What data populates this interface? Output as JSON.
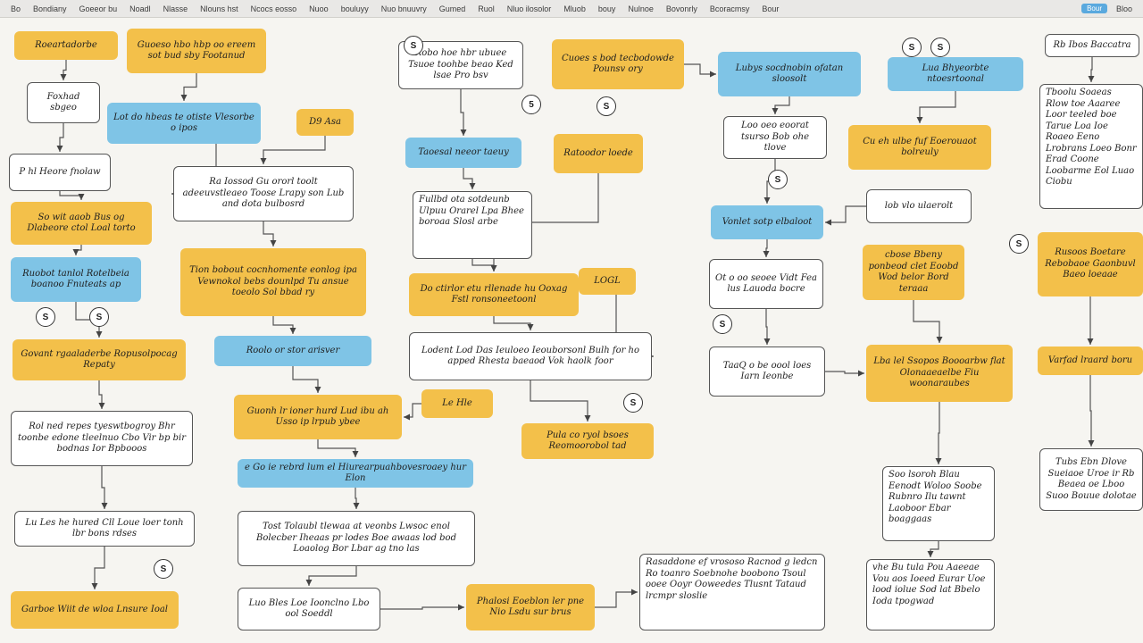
{
  "toolbar": {
    "items": [
      "Bo",
      "Bondiany",
      "Goeeor bu",
      "Noadl",
      "Nlasse",
      "Nlouns hst",
      "Ncocs eosso",
      "Nuoo",
      "bouluyy",
      "Nuo bnuuvry",
      "Gumed",
      "Ruol",
      "Nluo ilosolor",
      "Mluob",
      "bouy",
      "Nulnoe",
      "Bovonrly",
      "Bcoracmsy",
      "Bour"
    ],
    "button": "Bour",
    "right_label": "Bloo"
  },
  "colors": {
    "orange": "#f3c04a",
    "blue": "#7fc4e6",
    "stroke": "#555555"
  },
  "nodes": [
    {
      "id": "n1",
      "text": "Roeartadorbe",
      "style": "orange"
    },
    {
      "id": "n2",
      "text": "Guoeso hbo hbp oo ereem sot bud sby Footanud",
      "style": "orange"
    },
    {
      "id": "n3",
      "text": "Foxhad sbgeo",
      "style": "white"
    },
    {
      "id": "n4",
      "text": "Lot do hbeas te otiste Vlesorbe o ipos",
      "style": "blue"
    },
    {
      "id": "n5",
      "text": "D9 Asa",
      "style": "orange"
    },
    {
      "id": "n6",
      "text": "P hl Heore fnolaw",
      "style": "white"
    },
    {
      "id": "n7",
      "text": "Ra Iossod Gu ororl toolt adeeuvstleaeo Toose Lrapy son Lub and dota bulbosrd",
      "style": "white"
    },
    {
      "id": "n8",
      "text": "So wit aaob Bus og Dlabeore ctol Loal torto",
      "style": "orange"
    },
    {
      "id": "n9",
      "text": "Ruobot tanlol Rotelbeia boanoo Fnuteats ap",
      "style": "blue"
    },
    {
      "id": "n10",
      "text": "Tion bobout cocnhomente eonlog ipa Vewnokol bebs dounlpd Tu ansue toeolo Sol bbad ry",
      "style": "orange"
    },
    {
      "id": "n11",
      "text": "Govant rgaaladerbe Ropusolpocag Repaty",
      "style": "orange"
    },
    {
      "id": "n12",
      "text": "Roolo or stor arisver",
      "style": "blue"
    },
    {
      "id": "n13",
      "text": "Rol ned repes tyeswtbogroy Bhr toonbe edone tleelnuo Cbo Vir bp bir bodnas Ior Bpbooos",
      "style": "white"
    },
    {
      "id": "n14",
      "text": "Guonh lr ioner hurd Lud ibu ah Usso ip lrpub ybee",
      "style": "orange"
    },
    {
      "id": "n15",
      "text": "Le Hle",
      "style": "orange"
    },
    {
      "id": "n16",
      "text": "e Go ie rebrd lum el Hiurearpuahbovesroaey hur Elon",
      "style": "blue"
    },
    {
      "id": "n17",
      "text": "Lu Les he hured Cll Loue loer tonh lbr bons rdses",
      "style": "white"
    },
    {
      "id": "n18",
      "text": "Tost Tolaubl tlewaa at veonbs Lwsoc enol Bolecber Iheaas pr lodes Boe awaas lod bod Loaolog Bor Lbar ag tno las",
      "style": "white"
    },
    {
      "id": "n19",
      "text": "Garboe Wiit de wloa Lnsure Ioal",
      "style": "orange"
    },
    {
      "id": "n20",
      "text": "Luo Bles Loe Ioonclno Lbo ool Soeddl",
      "style": "white"
    },
    {
      "id": "n21",
      "text": "Phalosi Eoeblon ler pne Nio Lsdu sur brus",
      "style": "orange"
    },
    {
      "id": "n22",
      "text": "Robo hoe hbr ubuee Tsuoe toohbe beao Ked lsae Pro bsv",
      "style": "white"
    },
    {
      "id": "n23",
      "text": "Cuoes s bod tecbodowde Pounsv ory",
      "style": "orange"
    },
    {
      "id": "n24",
      "text": "Taoesal neeor taeuy",
      "style": "blue"
    },
    {
      "id": "n25",
      "text": "Ratoodor loede",
      "style": "orange"
    },
    {
      "id": "n26",
      "text": "Fullbd ota sotdeunb Ulpuu Orarel Lpa Bhee boroaa Slosl arbe",
      "style": "white"
    },
    {
      "id": "n27",
      "text": "Do ctirlor etu rllenade hu Ooxag Fstl ronsoneetoonl",
      "style": "orange"
    },
    {
      "id": "n28",
      "text": "LOGL",
      "style": "orange"
    },
    {
      "id": "n29",
      "text": "Lodent Lod Das Ieuloeo Ieouborsonl Bulh for ho apped Rhesta baeaod Vok haolk foor",
      "style": "white"
    },
    {
      "id": "n30",
      "text": "Pula co ryol bsoes Reomoorobol tad",
      "style": "orange"
    },
    {
      "id": "n31",
      "text": "Rasaddone ef vrososo Racnod g ledcn Ro toanro Soebnohe boobono Tsoul ooee Ooyr Ooweedes Tlusnt Tataud lrcmpr sloslie",
      "style": "white"
    },
    {
      "id": "n32",
      "text": "Lubys socdnobin ofatan sloosolt",
      "style": "blue"
    },
    {
      "id": "n33",
      "text": "Loo oeo eoorat tsurso Bob ohe tlove",
      "style": "white"
    },
    {
      "id": "n34",
      "text": "Vonlet sotp elbaloot",
      "style": "blue"
    },
    {
      "id": "n35",
      "text": "Ot o oo seoee Vidt Fea lus Lauoda bocre",
      "style": "white"
    },
    {
      "id": "n36",
      "text": "TaaQ o be oool loes Iarn Ieonbe",
      "style": "white"
    },
    {
      "id": "n37",
      "text": "Lua Bhyeorbte ntoesrtoonal",
      "style": "blue"
    },
    {
      "id": "n38",
      "text": "Cu eh ulbe fuf Eoerouaot bolreuly",
      "style": "orange"
    },
    {
      "id": "n39",
      "text": "lob vlo ulaerolt",
      "style": "white"
    },
    {
      "id": "n40",
      "text": "cbose Bbeny ponbeod clet Eoobd Wod belor Bord teraaa",
      "style": "orange"
    },
    {
      "id": "n41",
      "text": "Lba lel Ssopos Boooarbw flat Olonaaeaelbe Fiu woonaraubes",
      "style": "orange"
    },
    {
      "id": "n42",
      "text": "Soo lsoroh Blau Eenodt Woloo Soobe Rubnro Ilu tawnt Laoboor Ebar boaggaas",
      "style": "white"
    },
    {
      "id": "n43",
      "text": "vhe Bu tula Pou Aaeeae Vou aos Ioeed Eurar Uoe lood iolue Sod lat Bbelo Ioda tpogwad",
      "style": "white"
    },
    {
      "id": "n44",
      "text": "Rb Ibos Baccatra",
      "style": "white"
    },
    {
      "id": "n45",
      "text": "Tboolu Soaeas Rlow toe Aaaree Loor teeled boe Tarue Loa Ioe Roaeo Eeno Lrobrans Loeo Bonr Erad Coone Loobarme Eol Luao Ciobu",
      "style": "white"
    },
    {
      "id": "n46",
      "text": "Rusoos Boetare Rebobaoe Gaonbuvl Baeo loeaae",
      "style": "orange"
    },
    {
      "id": "n47",
      "text": "Varfad lraard boru",
      "style": "orange"
    },
    {
      "id": "n48",
      "text": "Tubs Ebn Dlove Sueiaoe Uroe ir Rb Beaea oe Lboo Suoo Bouue dolotae",
      "style": "white"
    }
  ],
  "circles": [
    "S",
    "5",
    "S",
    "S",
    "S",
    "S",
    "S",
    "S",
    "S",
    "S",
    "S",
    "S"
  ]
}
